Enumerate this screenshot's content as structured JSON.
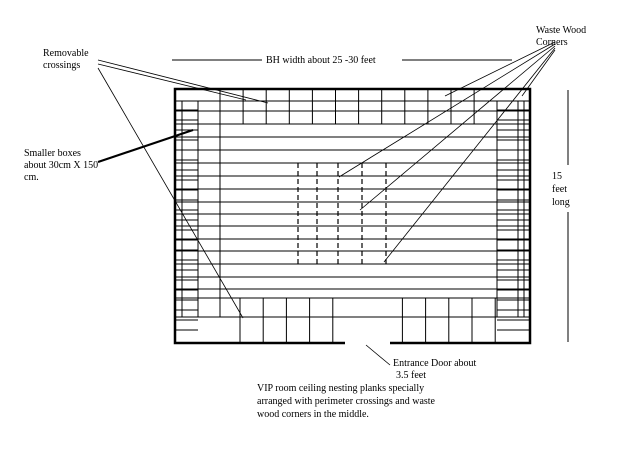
{
  "labels": {
    "removable_crossings": [
      "Removable",
      "crossings"
    ],
    "waste_wood_corners": [
      "Waste Wood",
      "Corners"
    ],
    "bh_width": "BH width about 25 -30 feet",
    "smaller_boxes": [
      "Smaller boxes",
      "about 30cm X 150",
      "cm."
    ],
    "length": [
      "15",
      "feet",
      "long"
    ],
    "entrance_door": [
      "Entrance Door about",
      "3.5 feet"
    ],
    "caption": [
      "VIP room ceiling nesting planks specially",
      "arranged with perimeter crossings and waste",
      "wood corners in the middle."
    ]
  },
  "colors": {
    "ink": "#000000",
    "background": "#ffffff"
  }
}
